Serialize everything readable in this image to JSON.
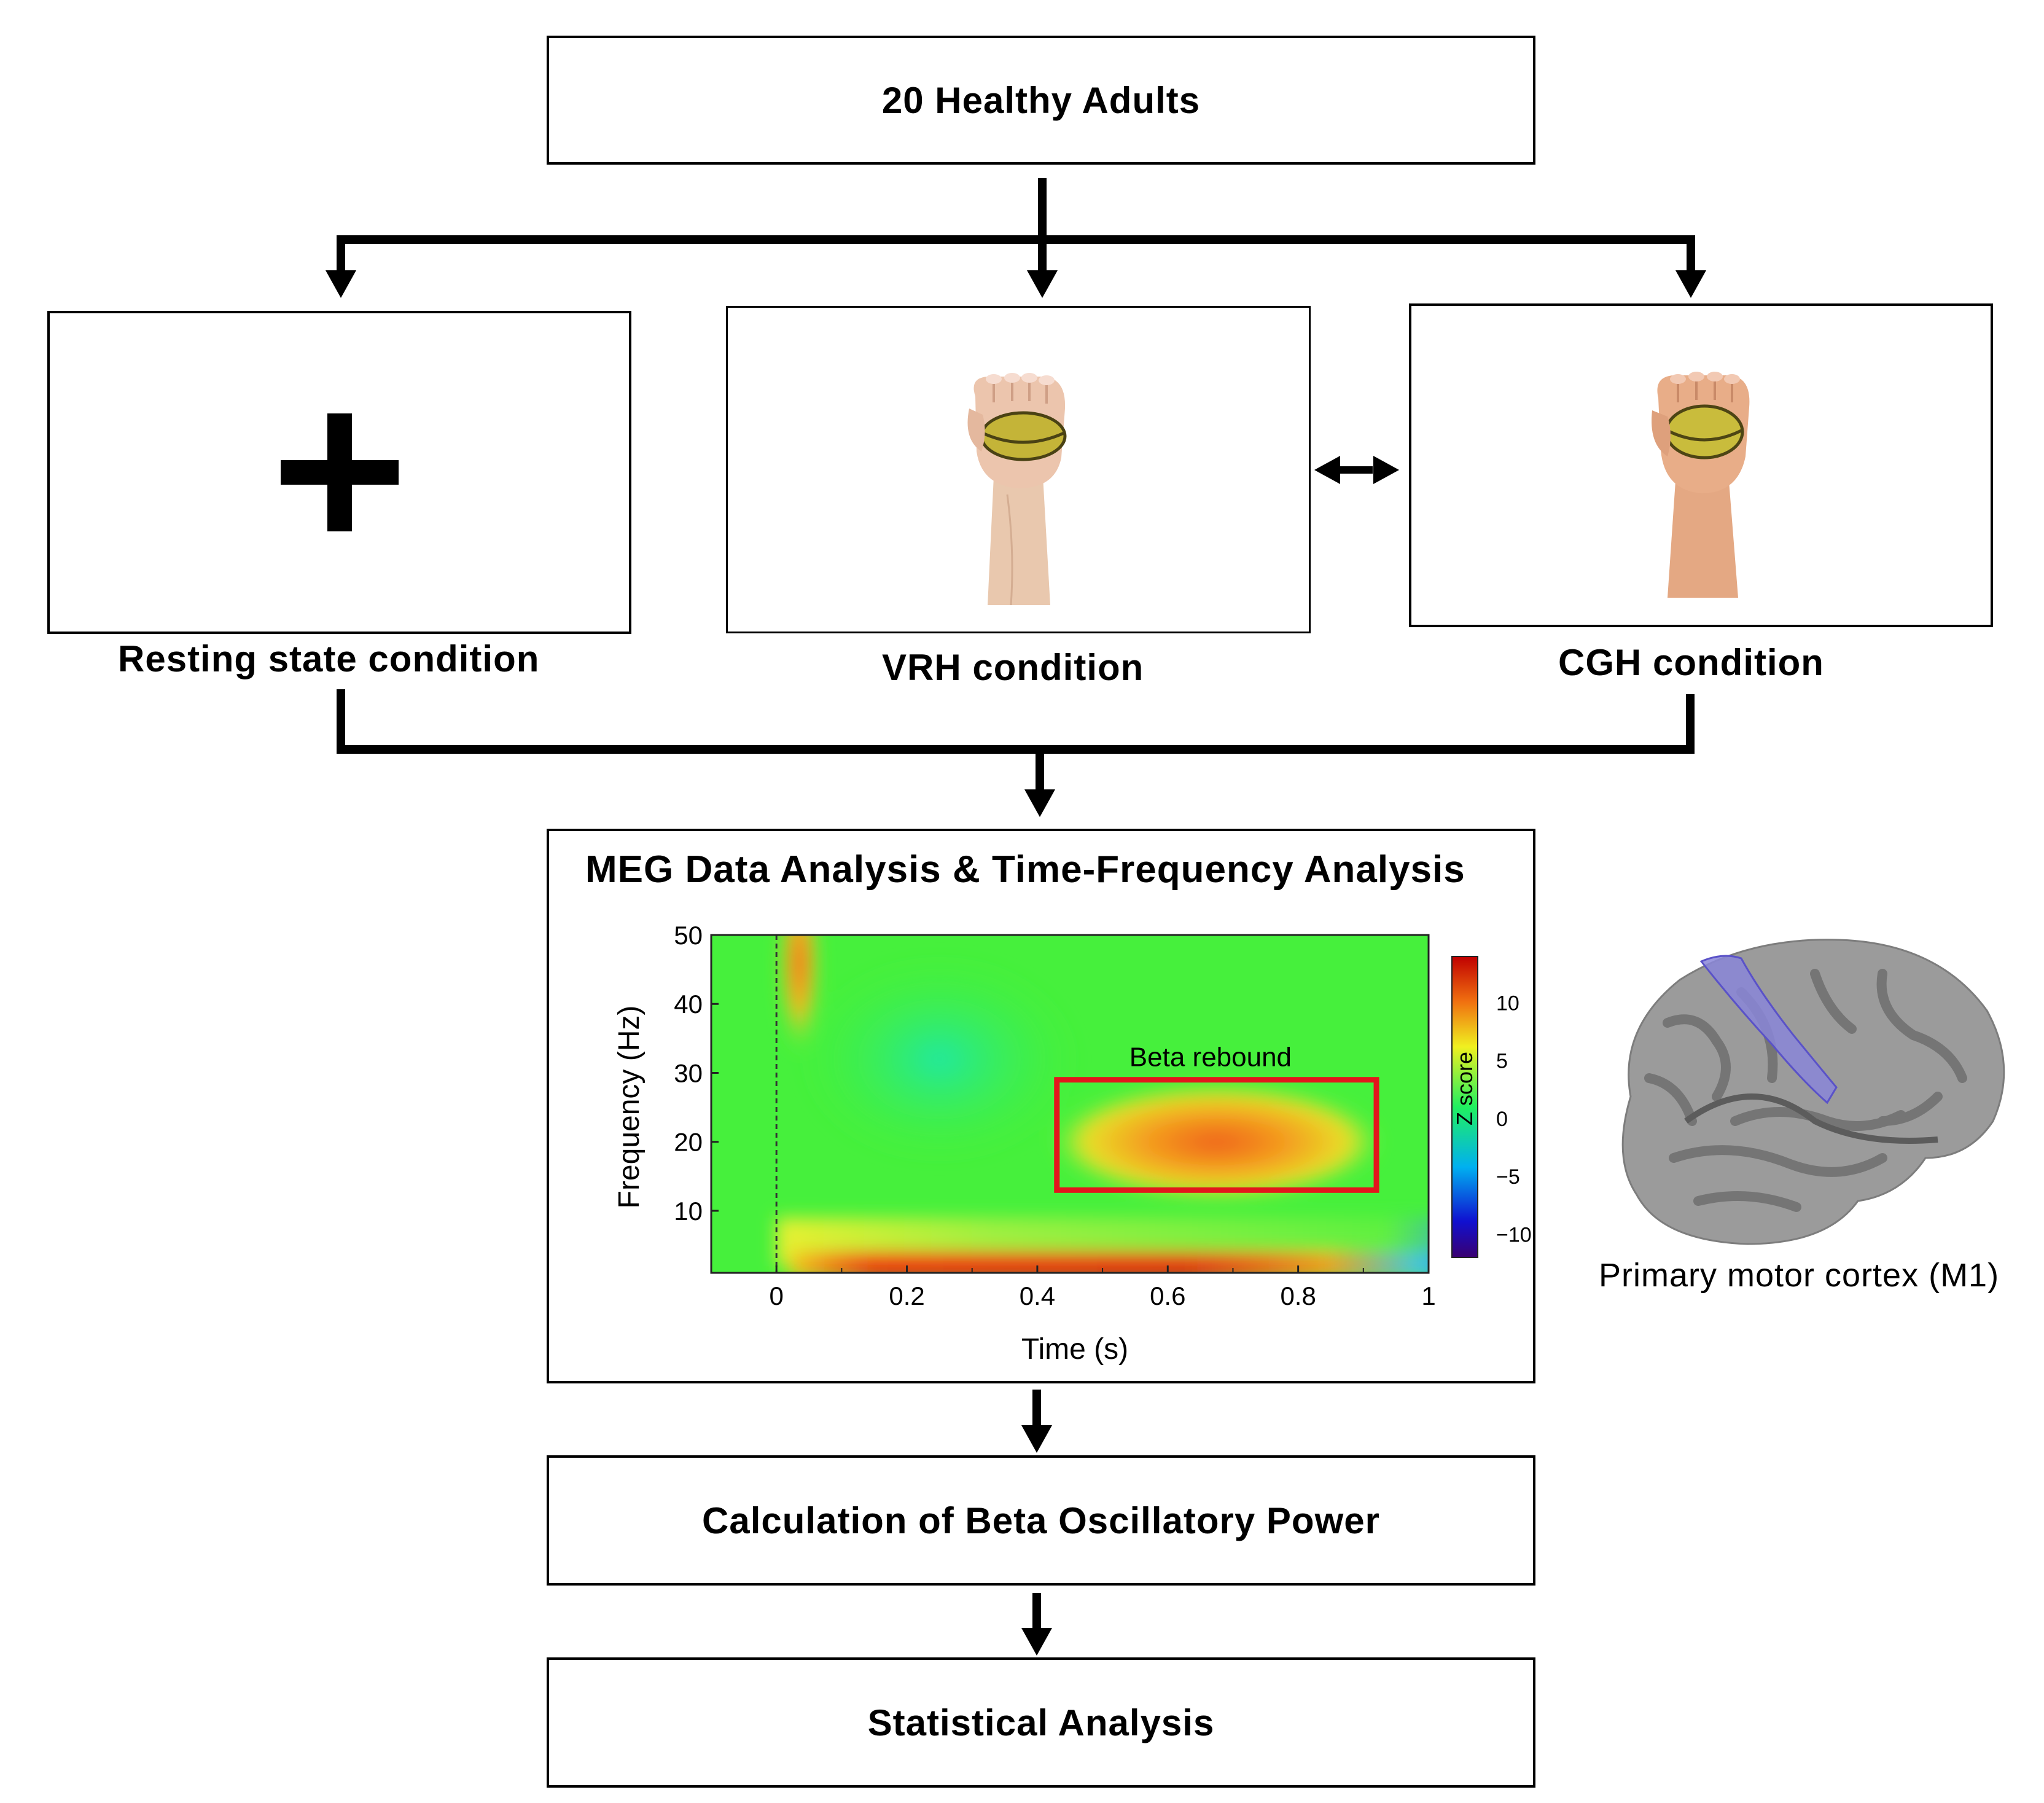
{
  "top_box": {
    "label": "20 Healthy Adults"
  },
  "conditions": [
    {
      "id": "rest",
      "label": "Resting state condition"
    },
    {
      "id": "vrh",
      "label": "VRH condition"
    },
    {
      "id": "cgh",
      "label": "CGH condition"
    }
  ],
  "meg_box": {
    "title": "MEG Data Analysis & Time-Frequency Analysis"
  },
  "beta_box": {
    "label": "Calculation of Beta Oscillatory Power"
  },
  "stats_box": {
    "label": "Statistical Analysis"
  },
  "brain": {
    "caption": "Primary motor cortex (M1)",
    "region_color": "#8a86d8"
  },
  "chart_data": {
    "type": "heatmap",
    "xlabel": "Time (s)",
    "ylabel": "Frequency (Hz)",
    "xlim": [
      -0.1,
      1.0
    ],
    "ylim": [
      1,
      50
    ],
    "x_ticks": [
      0,
      0.2,
      0.4,
      0.6,
      0.8,
      1
    ],
    "x_tick_labels": [
      "0",
      "0.2",
      "0.4",
      "0.6",
      "0.8",
      "1"
    ],
    "y_ticks": [
      10,
      20,
      30,
      40,
      50
    ],
    "y_tick_labels": [
      "10",
      "20",
      "30",
      "40",
      "50"
    ],
    "colorbar": {
      "label": "Z score",
      "range": [
        -12,
        14
      ],
      "ticks": [
        10,
        5,
        0,
        -5,
        -10
      ],
      "tick_labels": [
        "10",
        "5",
        "0",
        "−5",
        "−10"
      ]
    },
    "stimulus_onset": 0,
    "annotation": {
      "label": "Beta rebound",
      "x_range": [
        0.43,
        0.92
      ],
      "y_range": [
        13,
        29
      ],
      "color": "#e3161c"
    }
  }
}
